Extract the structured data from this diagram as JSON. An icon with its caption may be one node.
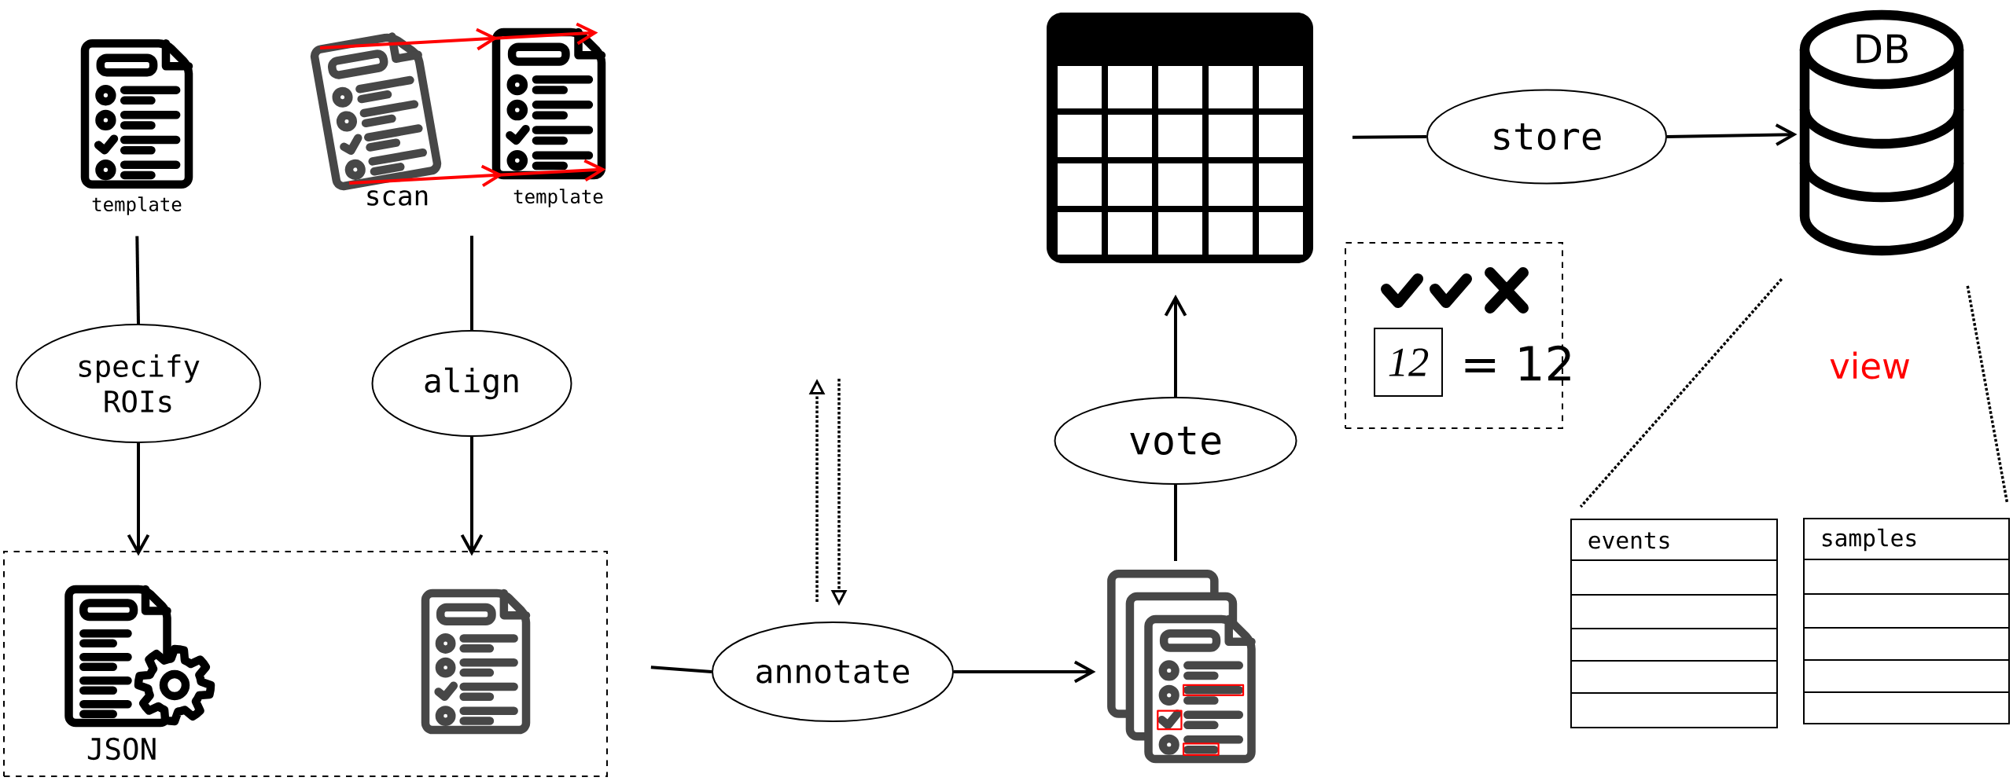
{
  "diagram": {
    "nodes": [
      {
        "text": [],
        "shape": "picture",
        "beside": [
          "template"
        ]
      },
      {
        "text": [],
        "shape": "picture",
        "beside": [
          "scan"
        ]
      },
      {
        "text": [],
        "shape": "picture",
        "beside": [
          "template"
        ]
      },
      {
        "text": [
          "specify ROIs"
        ]
      },
      {
        "text": [
          "align"
        ]
      },
      {
        "text": [],
        "shape": "box"
      },
      {
        "text": [],
        "shape": "picture",
        "beside": [
          "JSON"
        ],
        "in": 5
      },
      {
        "text": [],
        "shape": "picture",
        "in": 5
      },
      {
        "text": [
          "annotate"
        ]
      },
      {
        "text": [],
        "shape": "picture"
      },
      {
        "text": [
          "vote"
        ]
      },
      {
        "text": [],
        "shape": "picture"
      },
      {
        "text": [
          "store"
        ]
      },
      {
        "text": [
          "DB"
        ]
      },
      {
        "text": [
          "= 12"
        ]
      },
      {
        "text": [
          "12"
        ],
        "in": 14
      },
      {
        "text": [
          "events"
        ]
      },
      {
        "text": [
          "samples"
        ]
      }
    ],
    "edges": [
      {
        "from": 0,
        "to": 3,
        "arrow": "none"
      },
      {
        "from": 1,
        "to": 2,
        "arrow": "to",
        "color": "#ff0000"
      },
      {
        "from": 1,
        "to": 2,
        "arrow": "to",
        "color": "#ff0000"
      },
      {
        "from": 1,
        "to": 4,
        "arrow": "none"
      },
      {
        "from": 3,
        "to": 6,
        "arrow": "to"
      },
      {
        "from": 4,
        "to": 7,
        "arrow": "to"
      },
      {
        "from": 5,
        "to": 8,
        "arrow": "none"
      },
      {
        "from": 8,
        "to": null,
        "arrow": "to",
        "style": "dashed"
      },
      {
        "from": null,
        "to": 8,
        "arrow": "to",
        "style": "dashed"
      },
      {
        "from": 8,
        "to": 11,
        "arrow": "to"
      },
      {
        "from": 11,
        "to": 10,
        "arrow": "none"
      },
      {
        "from": 10,
        "to": 9,
        "arrow": "to"
      },
      {
        "from": 9,
        "to": 12,
        "arrow": "none"
      },
      {
        "from": 12,
        "to": 13,
        "arrow": "to"
      },
      {
        "from": 13,
        "to": 16,
        "arrow": "none",
        "style": "dashed"
      },
      {
        "from": 13,
        "to": 17,
        "arrow": "none",
        "style": "dashed"
      }
    ],
    "labels": [
      "view"
    ]
  }
}
